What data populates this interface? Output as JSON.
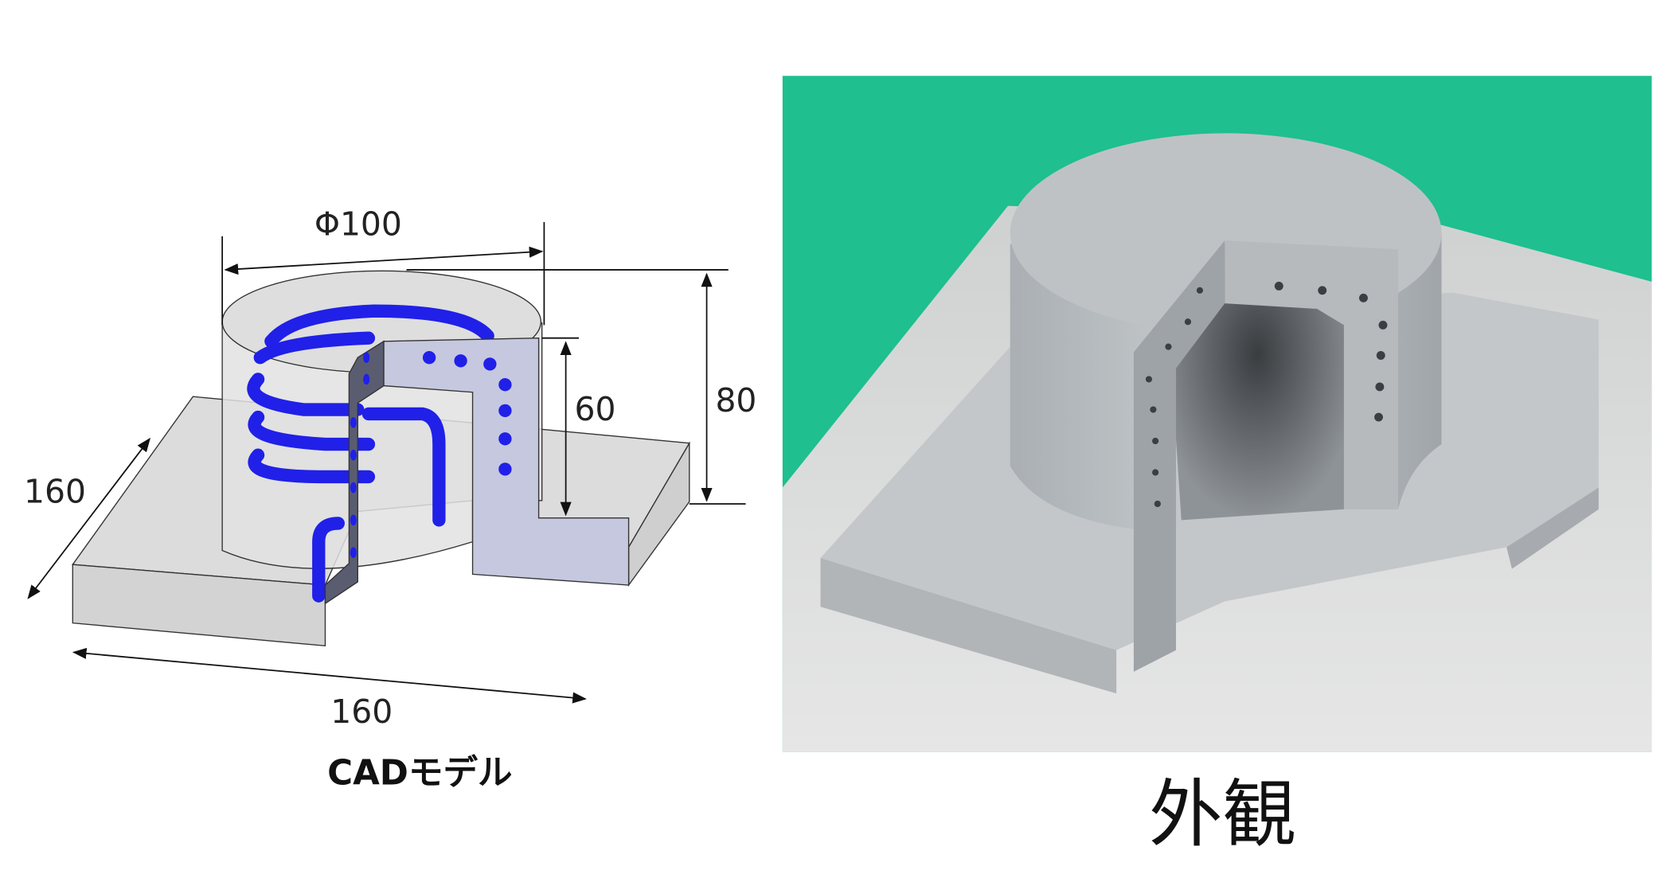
{
  "cad": {
    "caption": "CADモデル",
    "dimensions": {
      "diameter": "Φ100",
      "inner_height": "60",
      "total_height": "80",
      "depth": "160",
      "width": "160"
    },
    "channel_color": "#2020e8"
  },
  "photo": {
    "caption": "外観",
    "background_color": "#1fbf8f"
  }
}
